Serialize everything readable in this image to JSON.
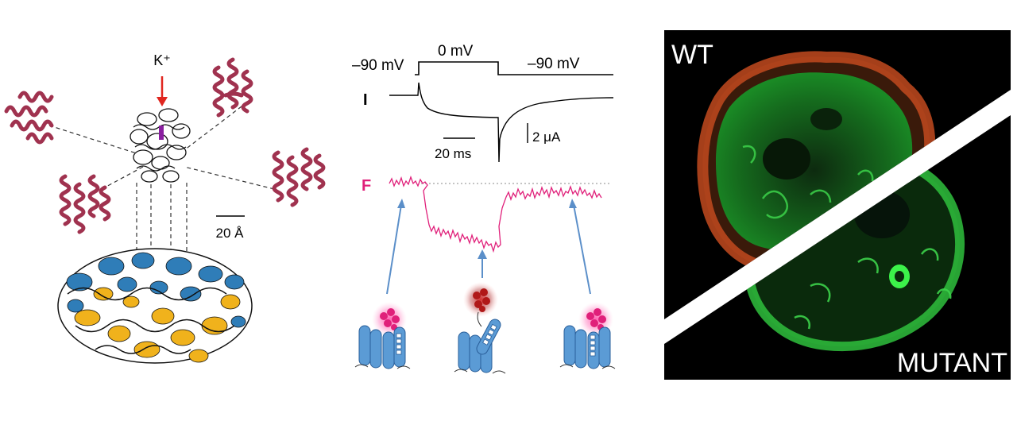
{
  "panel_a": {
    "ion_label": "K⁺",
    "scale_label": "20 Å"
  },
  "panel_b": {
    "voltage_hold_left": "–90 mV",
    "voltage_step": "0 mV",
    "voltage_hold_right": "–90 mV",
    "current_label": "I",
    "current_scale": "2 μA",
    "time_scale": "20 ms",
    "fluorescence_label": "F"
  },
  "panel_c": {
    "wt_label": "WT",
    "mutant_label": "MUTANT"
  },
  "colors": {
    "trace_black": "#000000",
    "fluorescence_pink": "#e0207a",
    "arrow_red": "#e0261f",
    "arrow_blue": "#5b8fc9",
    "helix_maroon": "#a0324f",
    "domain_blue": "#2f7db8",
    "domain_gold": "#f0b21c",
    "channel_blue": "#5b9bd5",
    "membrane_green": "#3cd24a",
    "membrane_red": "#c24a1e"
  }
}
